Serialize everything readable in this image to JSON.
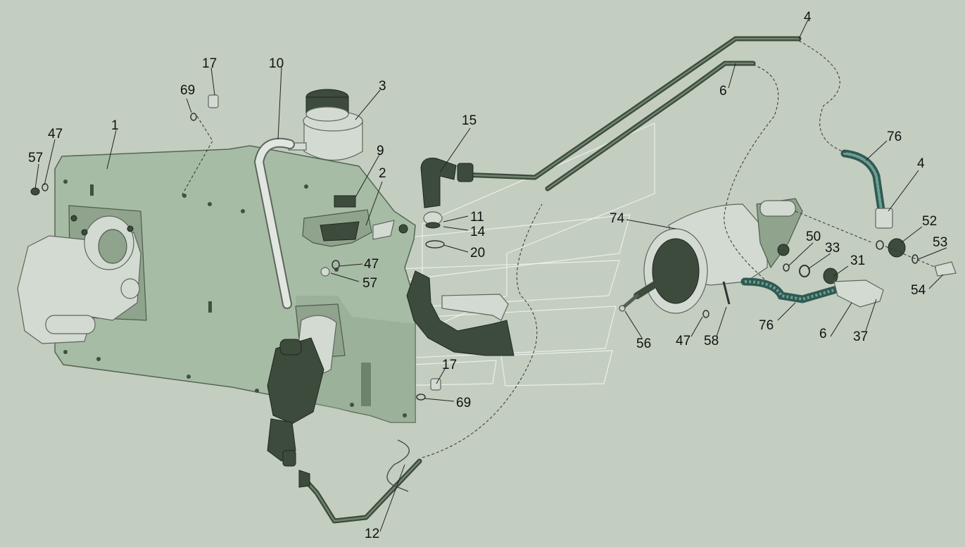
{
  "diagram": {
    "colors": {
      "background": "#c3cdc0",
      "plate": "#a7bca5",
      "pipe": "#3b4a3b",
      "metal": "#d3dad2",
      "label": "#111111"
    },
    "labels": {
      "l1": "1",
      "l2": "2",
      "l3": "3",
      "l4a": "4",
      "l4b": "4",
      "l6a": "6",
      "l6b": "6",
      "l9": "9",
      "l10": "10",
      "l11": "11",
      "l12": "12",
      "l14": "14",
      "l15": "15",
      "l17a": "17",
      "l17b": "17",
      "l20": "20",
      "l31": "31",
      "l33": "33",
      "l37": "37",
      "l47a": "47",
      "l47b": "47",
      "l47c": "47",
      "l50": "50",
      "l52": "52",
      "l53": "53",
      "l54": "54",
      "l56": "56",
      "l57a": "57",
      "l57b": "57",
      "l58": "58",
      "l69a": "69",
      "l69b": "69",
      "l74": "74",
      "l76a": "76",
      "l76b": "76"
    }
  }
}
